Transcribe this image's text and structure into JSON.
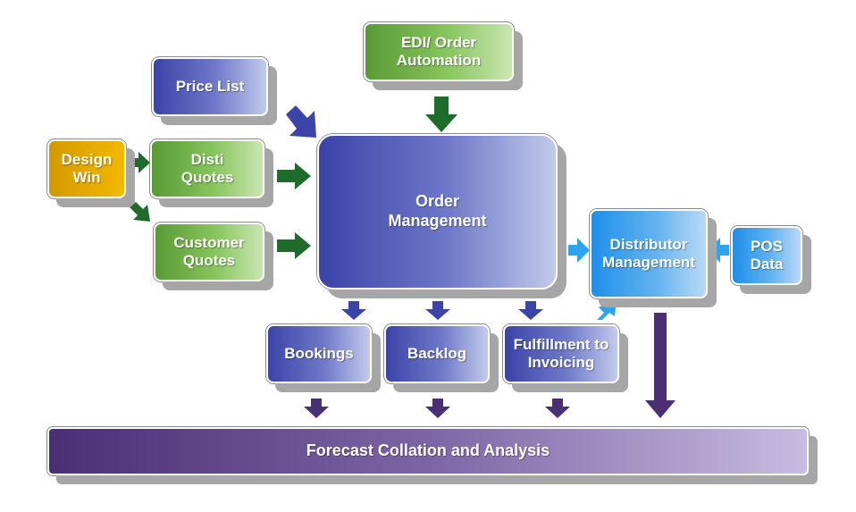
{
  "nodes": {
    "edi": {
      "line1": "EDI/ Order",
      "line2": "Automation"
    },
    "price_list": {
      "label": "Price List"
    },
    "design_win": {
      "line1": "Design",
      "line2": "Win"
    },
    "disti_quotes": {
      "line1": "Disti",
      "line2": "Quotes"
    },
    "customer_quotes": {
      "line1": "Customer",
      "line2": "Quotes"
    },
    "order_management": {
      "line1": "Order",
      "line2": "Management"
    },
    "distributor_management": {
      "line1": "Distributor",
      "line2": "Management"
    },
    "pos_data": {
      "line1": "POS",
      "line2": "Data"
    },
    "bookings": {
      "label": "Bookings"
    },
    "backlog": {
      "label": "Backlog"
    },
    "fulfillment": {
      "line1": "Fulfillment to",
      "line2": "Invoicing"
    },
    "forecast": {
      "label": "Forecast Collation and Analysis"
    }
  },
  "colors": {
    "green_arrow": "#1e6b2c",
    "blue_arrow": "#3b44a7",
    "purple_arrow": "#4a2f74",
    "cyan_arrow": "#2ea3ee"
  }
}
